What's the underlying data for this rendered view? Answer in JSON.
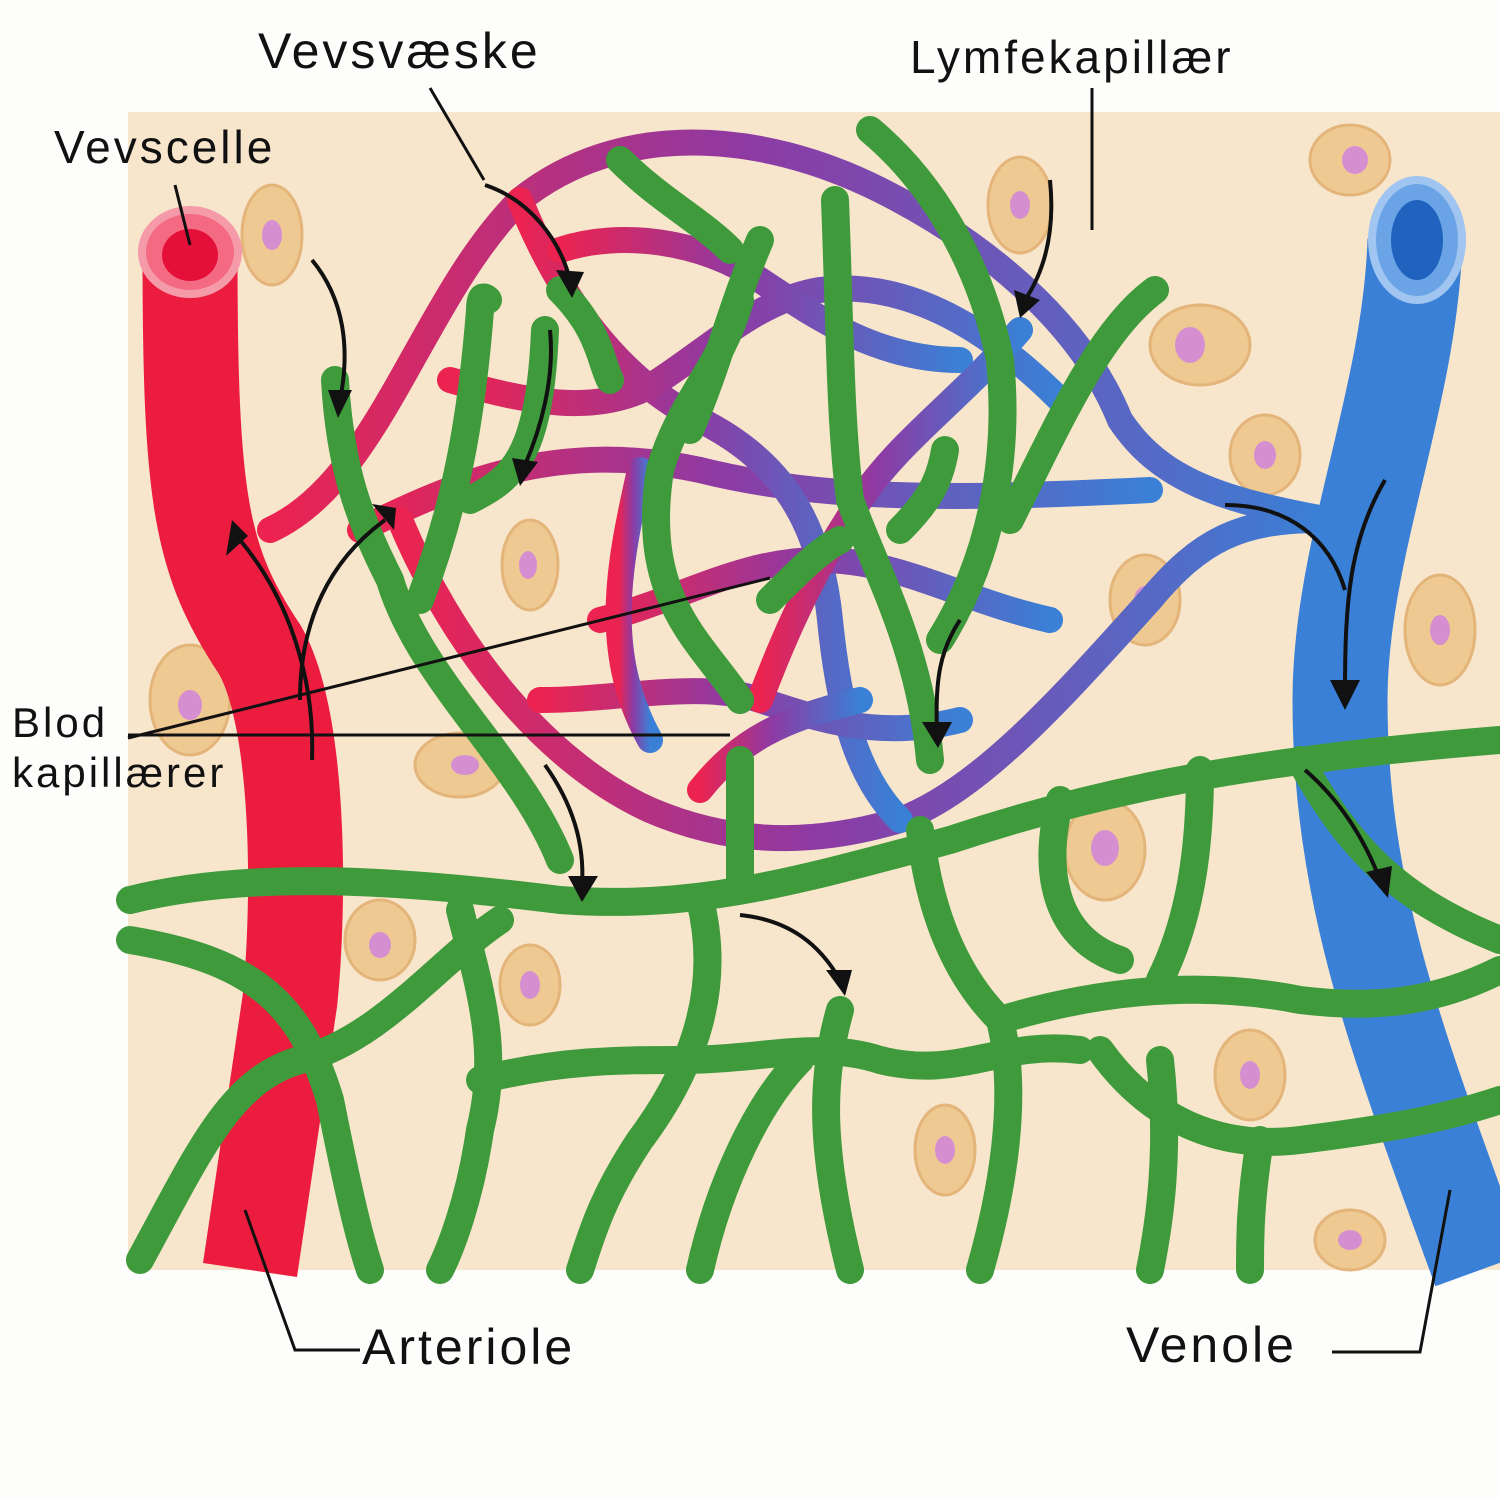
{
  "labels": {
    "tissue_fluid": "Vevsvæske",
    "lymph_capillary": "Lymfekapillær",
    "tissue_cell": "Vevscelle",
    "blood_capillaries_line1": "Blod",
    "blood_capillaries_line2": "kapillærer",
    "arteriole": "Arteriole",
    "venule": "Venole"
  },
  "colors": {
    "tissue": "#f8e6cc",
    "arteriole": "#ec1c3f",
    "venule": "#3a80d6",
    "lymph": "#3f9a3c",
    "cell": "#efc992",
    "nucleus": "#d58fd0"
  }
}
